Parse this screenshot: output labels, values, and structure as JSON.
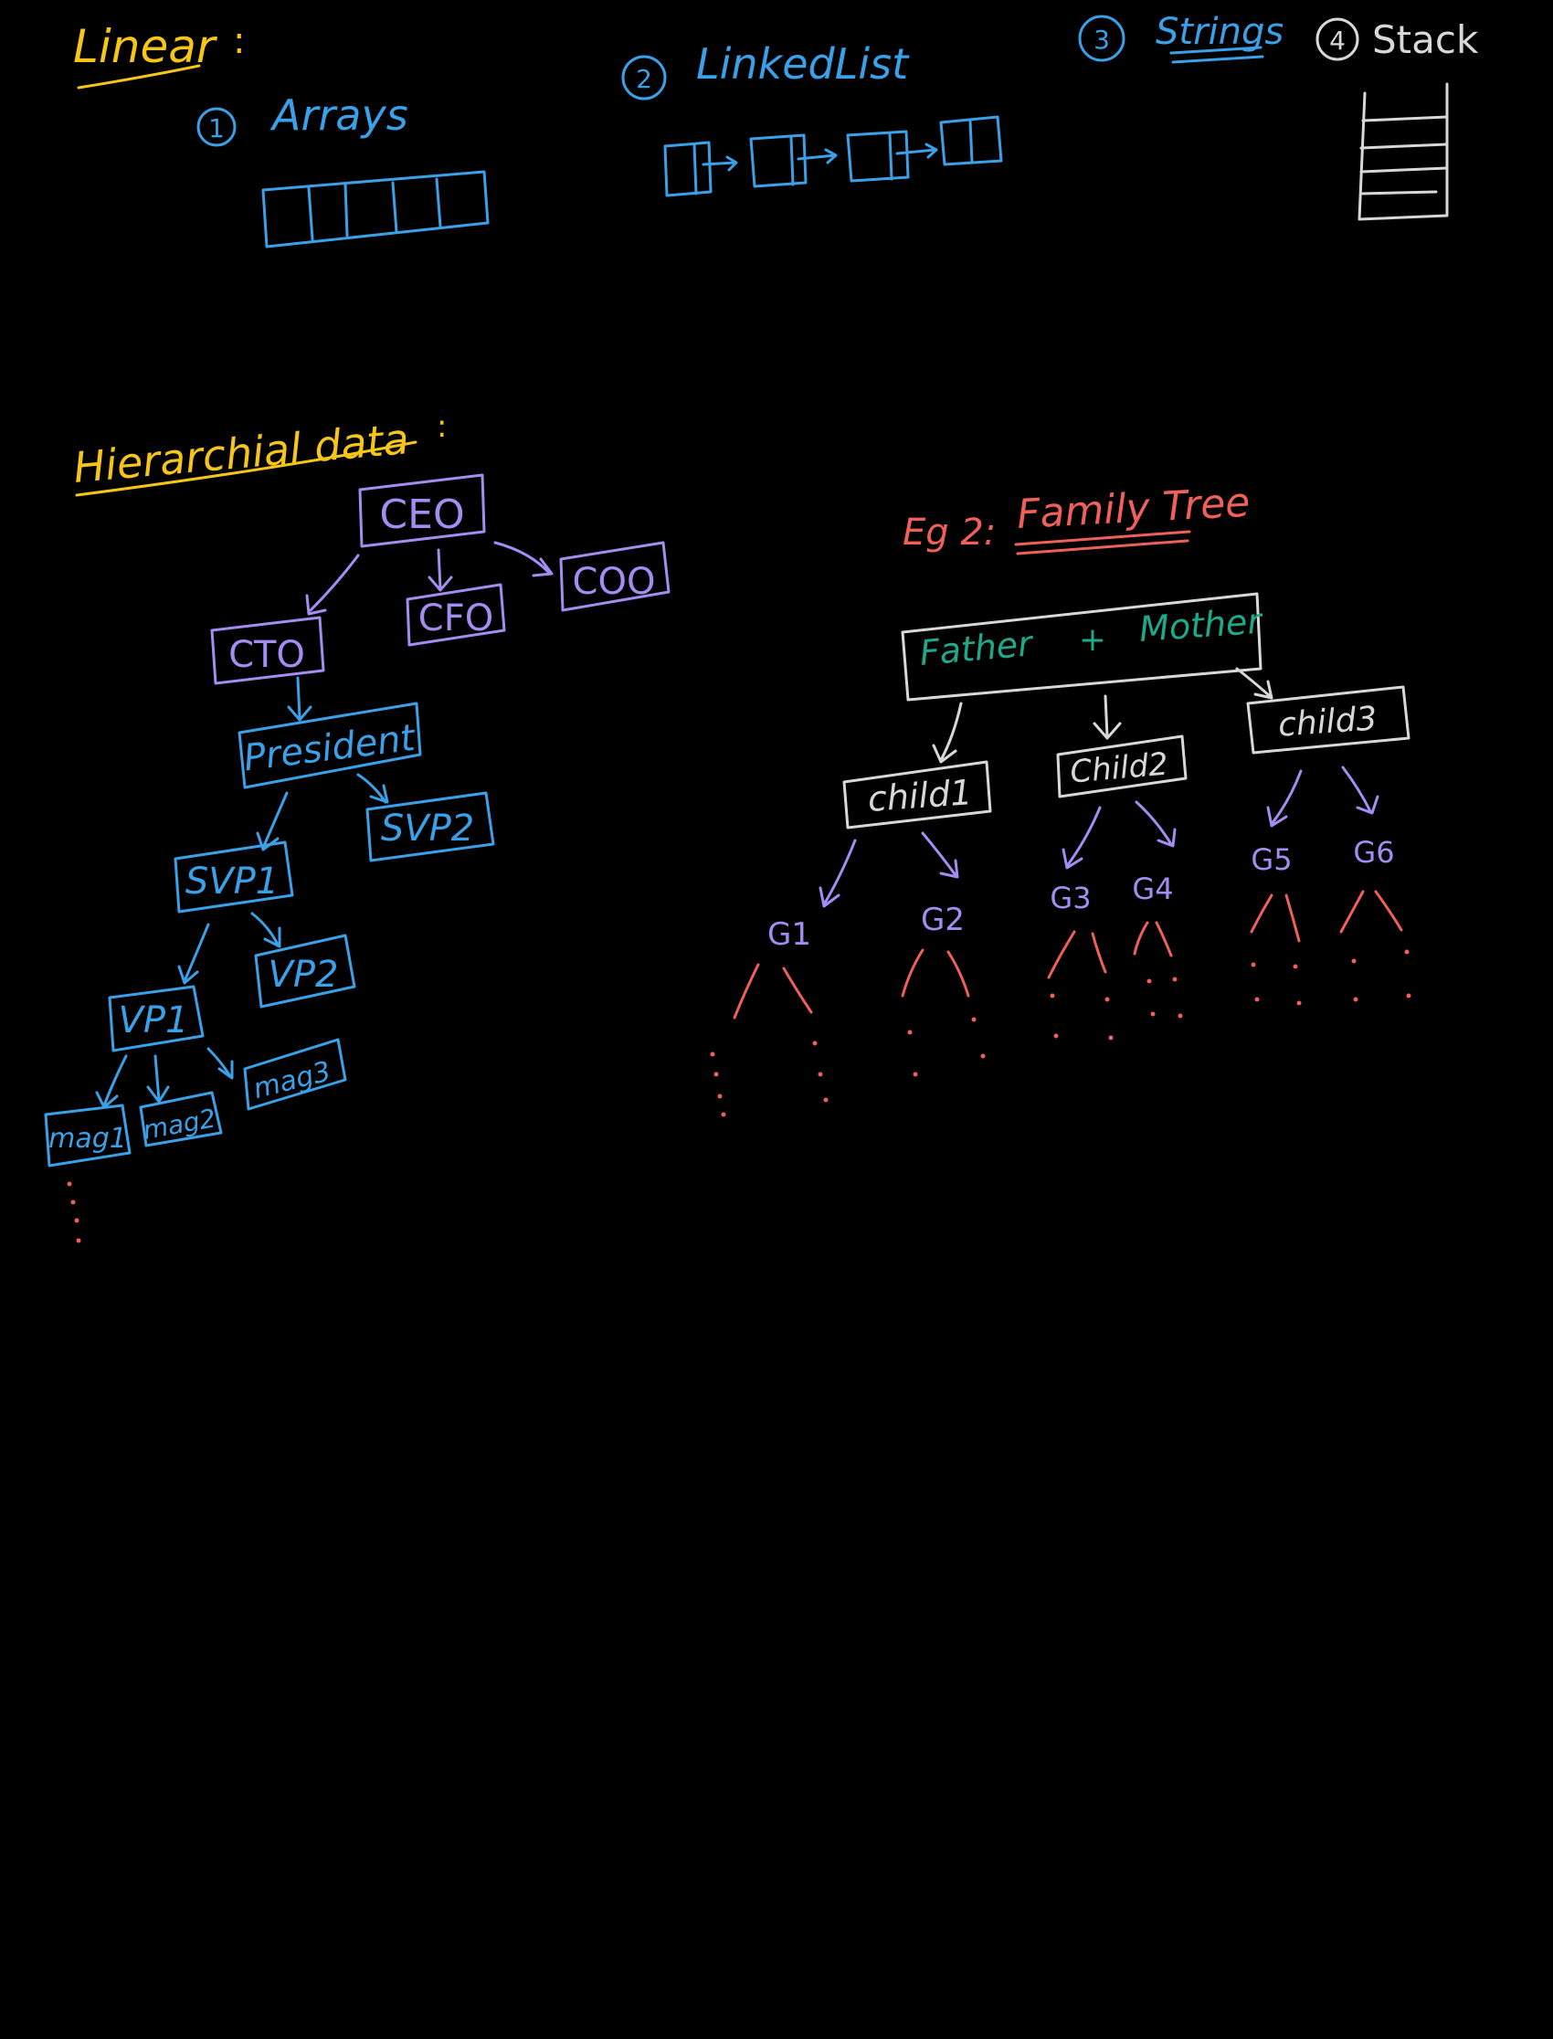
{
  "colors": {
    "yellow": "#f5c518",
    "blue": "#3aa0e8",
    "purple": "#a58cf0",
    "white": "#d8d8d8",
    "green": "#1fa88a",
    "red": "#f0605a",
    "background": "#000000"
  },
  "linear": {
    "heading": "Linear",
    "colon": ":",
    "arrays": {
      "number": "1",
      "label": "Arrays"
    },
    "linked_list": {
      "number": "2",
      "label": "LinkedList"
    },
    "strings": {
      "number": "3",
      "label": "Strings"
    },
    "stack": {
      "number": "4",
      "label": "Stack"
    }
  },
  "hierarchical": {
    "heading": "Hierarchial data",
    "colon": ":",
    "nodes": {
      "ceo": "CEO",
      "cto": "CTO",
      "cfo": "CFO",
      "coo": "COO",
      "president": "President",
      "svp1": "SVP1",
      "svp2": "SVP2",
      "vp1": "VP1",
      "vp2": "VP2",
      "mag1": "mag1",
      "mag2": "mag2",
      "mag3": "mag3"
    }
  },
  "family": {
    "eg_label": "Eg 2:",
    "title": "Family Tree",
    "father": "Father",
    "plus": "+",
    "mother": "Mother",
    "child1": "child1",
    "child2": "Child2",
    "child3": "child3",
    "grandchildren": [
      "G1",
      "G2",
      "G3",
      "G4",
      "G5",
      "G6"
    ]
  }
}
